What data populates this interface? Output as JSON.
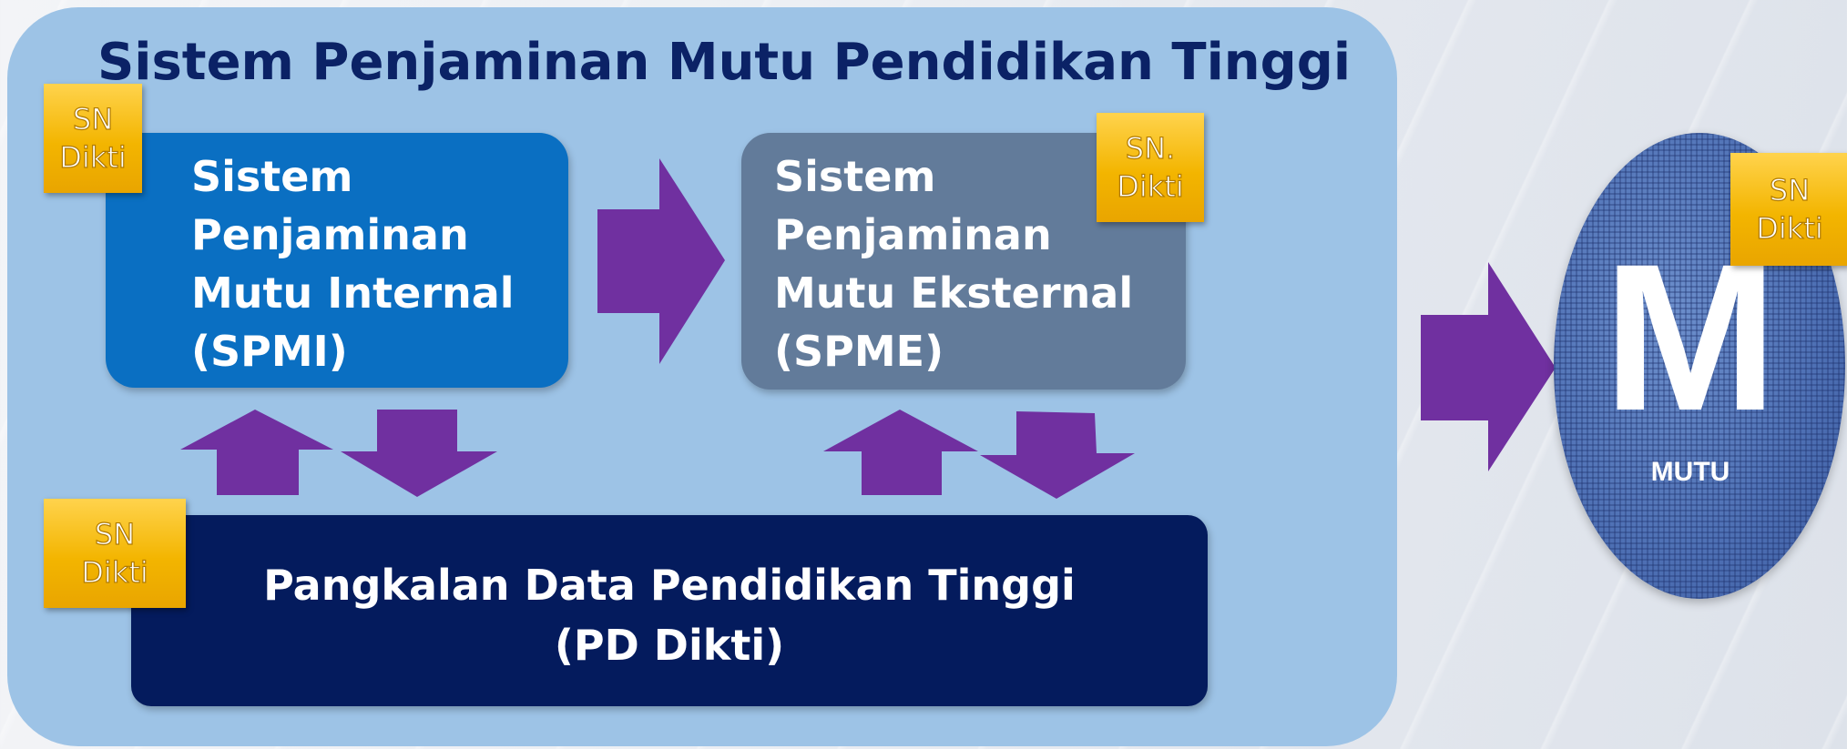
{
  "title": "Sistem Penjaminan Mutu Pendidikan Tinggi",
  "spmi": {
    "lines": [
      "Sistem",
      "Penjaminan",
      "Mutu Internal",
      "(SPMI)"
    ]
  },
  "spme": {
    "lines": [
      "Sistem",
      "Penjaminan",
      "Mutu Eksternal",
      "(SPME)"
    ]
  },
  "pddikti": {
    "lines": [
      "Pangkalan Data Pendidikan Tinggi",
      "(PD Dikti)"
    ]
  },
  "badges": [
    {
      "line1": "SN",
      "line2": "Dikti"
    },
    {
      "line1": "SN.",
      "line2": "Dikti"
    },
    {
      "line1": "SN",
      "line2": "Dikti"
    },
    {
      "line1": "SN",
      "line2": "Dikti"
    }
  ],
  "mutu": {
    "letter": "M",
    "label": "MUTU"
  },
  "colors": {
    "panel": "#9dc3e6",
    "spmi": "#0a6fc2",
    "spme": "#627b9a",
    "pddikti": "#041b5d",
    "arrow": "#7030a0",
    "badge": "#f3b500",
    "title": "#0b2266"
  }
}
